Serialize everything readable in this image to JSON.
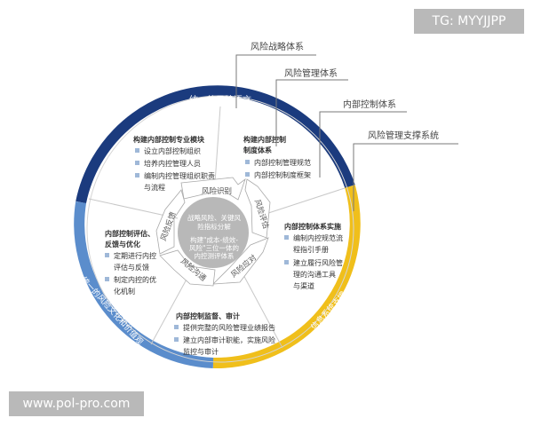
{
  "watermark_top": "TG: MYYJJPP",
  "watermark_bottom": "www.pol-pro.com",
  "callouts": [
    "风险战略体系",
    "风险管理体系",
    "内部控制体系",
    "风险管理支撑系统"
  ],
  "ring": {
    "top": "统一的风险语言",
    "left": "统一的风险文化和价值观",
    "right": "信息系统支撑"
  },
  "center": {
    "line1": "战略风险、关键风",
    "line2": "险指标分解",
    "line3": "构建\"成本-绩效-",
    "line4": "风险\"三位一体的",
    "line5": "内控测评体系"
  },
  "cycle": [
    "风险识别",
    "风险评估",
    "风险应对",
    "风险沟通",
    "风险反馈"
  ],
  "quadrants": {
    "q1": {
      "title": "构建内部控制专业模块",
      "items": [
        "设立内部控制组织",
        "培养内控管理人员",
        "编制内控管理组织职责",
        "与流程"
      ]
    },
    "q2": {
      "title": "构建内部控制",
      "title2": "制度体系",
      "items": [
        "内部控制管理规范",
        "内部控制制度框架"
      ]
    },
    "q3": {
      "title": "内部控制体系实施",
      "items": [
        "编制内控规范流",
        "程指引手册",
        "建立履行风险管",
        "理的沟通工具",
        "与渠道"
      ]
    },
    "q4": {
      "title": "内部控制监督、审计",
      "items": [
        "提供完整的风险管理业绩报告",
        "建立内部审计职能，实施风险",
        "监控与审计"
      ]
    },
    "q5": {
      "title": "内部控制评估、",
      "title2": "反馈与优化",
      "items": [
        "定期进行内控",
        "评估与反馈",
        "制定内控的优",
        "化机制"
      ]
    }
  },
  "colors": {
    "navy": "#1b3b7e",
    "lightblue": "#5b8dcc",
    "yellow": "#f0bf1b",
    "gray": "#b8b8b8",
    "callout_line": "#7a7a7a"
  }
}
